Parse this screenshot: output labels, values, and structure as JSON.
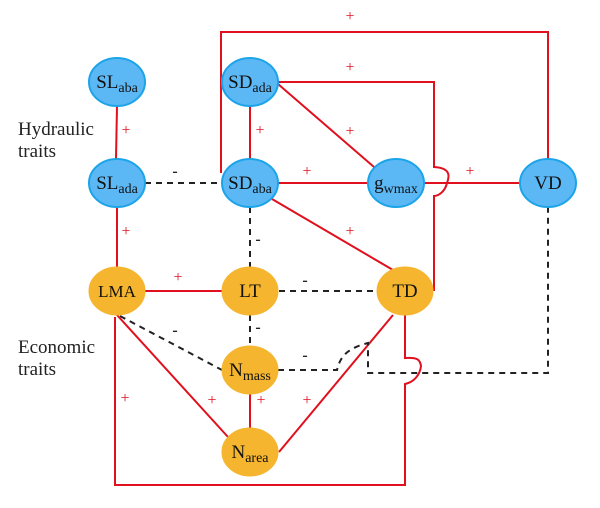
{
  "groups": {
    "hydraulic": {
      "line1": "Hydraulic",
      "line2": "traits"
    },
    "economic": {
      "line1": "Economic",
      "line2": "traits"
    }
  },
  "colors": {
    "hydraulic_fill": "#5bb8f5",
    "hydraulic_stroke": "#1ca4e8",
    "economic_fill": "#f5b52e",
    "positive": "#e0101e",
    "negative": "#222222"
  },
  "nodes": [
    {
      "id": "SLaba",
      "base": "SL",
      "sub": "aba",
      "group": "hydraulic"
    },
    {
      "id": "SDada",
      "base": "SD",
      "sub": "ada",
      "group": "hydraulic"
    },
    {
      "id": "SLada",
      "base": "SL",
      "sub": "ada",
      "group": "hydraulic"
    },
    {
      "id": "SDaba",
      "base": "SD",
      "sub": "aba",
      "group": "hydraulic"
    },
    {
      "id": "gwmax",
      "base": "g",
      "sub": "wmax",
      "group": "hydraulic"
    },
    {
      "id": "VD",
      "base": "VD",
      "sub": "",
      "group": "hydraulic"
    },
    {
      "id": "LMA",
      "base": "LMA",
      "sub": "",
      "group": "economic"
    },
    {
      "id": "LT",
      "base": "LT",
      "sub": "",
      "group": "economic"
    },
    {
      "id": "TD",
      "base": "TD",
      "sub": "",
      "group": "economic"
    },
    {
      "id": "Nmass",
      "base": "N",
      "sub": "mass",
      "group": "economic"
    },
    {
      "id": "Narea",
      "base": "N",
      "sub": "area",
      "group": "economic"
    }
  ],
  "edges": [
    {
      "from": "SLaba",
      "to": "SLada",
      "sign": "+"
    },
    {
      "from": "SLada",
      "to": "LMA",
      "sign": "+"
    },
    {
      "from": "SLada",
      "to": "SDaba",
      "sign": "-"
    },
    {
      "from": "SDada",
      "to": "SDaba",
      "sign": "+"
    },
    {
      "from": "SDada",
      "to": "gwmax",
      "sign": "+"
    },
    {
      "from": "SDada",
      "to": "TD",
      "sign": "+"
    },
    {
      "from": "SDaba",
      "to": "VD",
      "sign": "+"
    },
    {
      "from": "SDaba",
      "to": "gwmax",
      "sign": "+"
    },
    {
      "from": "SDaba",
      "to": "TD",
      "sign": "+"
    },
    {
      "from": "SDaba",
      "to": "LT",
      "sign": "-"
    },
    {
      "from": "gwmax",
      "to": "VD",
      "sign": "+"
    },
    {
      "from": "LMA",
      "to": "LT",
      "sign": "+"
    },
    {
      "from": "LT",
      "to": "TD",
      "sign": "-"
    },
    {
      "from": "LT",
      "to": "Nmass",
      "sign": "-"
    },
    {
      "from": "LMA",
      "to": "Nmass",
      "sign": "-"
    },
    {
      "from": "LMA",
      "to": "Narea",
      "sign": "+"
    },
    {
      "from": "Nmass",
      "to": "Narea",
      "sign": "+"
    },
    {
      "from": "TD",
      "to": "Narea",
      "sign": "+"
    },
    {
      "from": "LMA",
      "to": "TD",
      "sign": "+"
    },
    {
      "from": "Nmass",
      "to": "VD",
      "sign": "-"
    }
  ]
}
